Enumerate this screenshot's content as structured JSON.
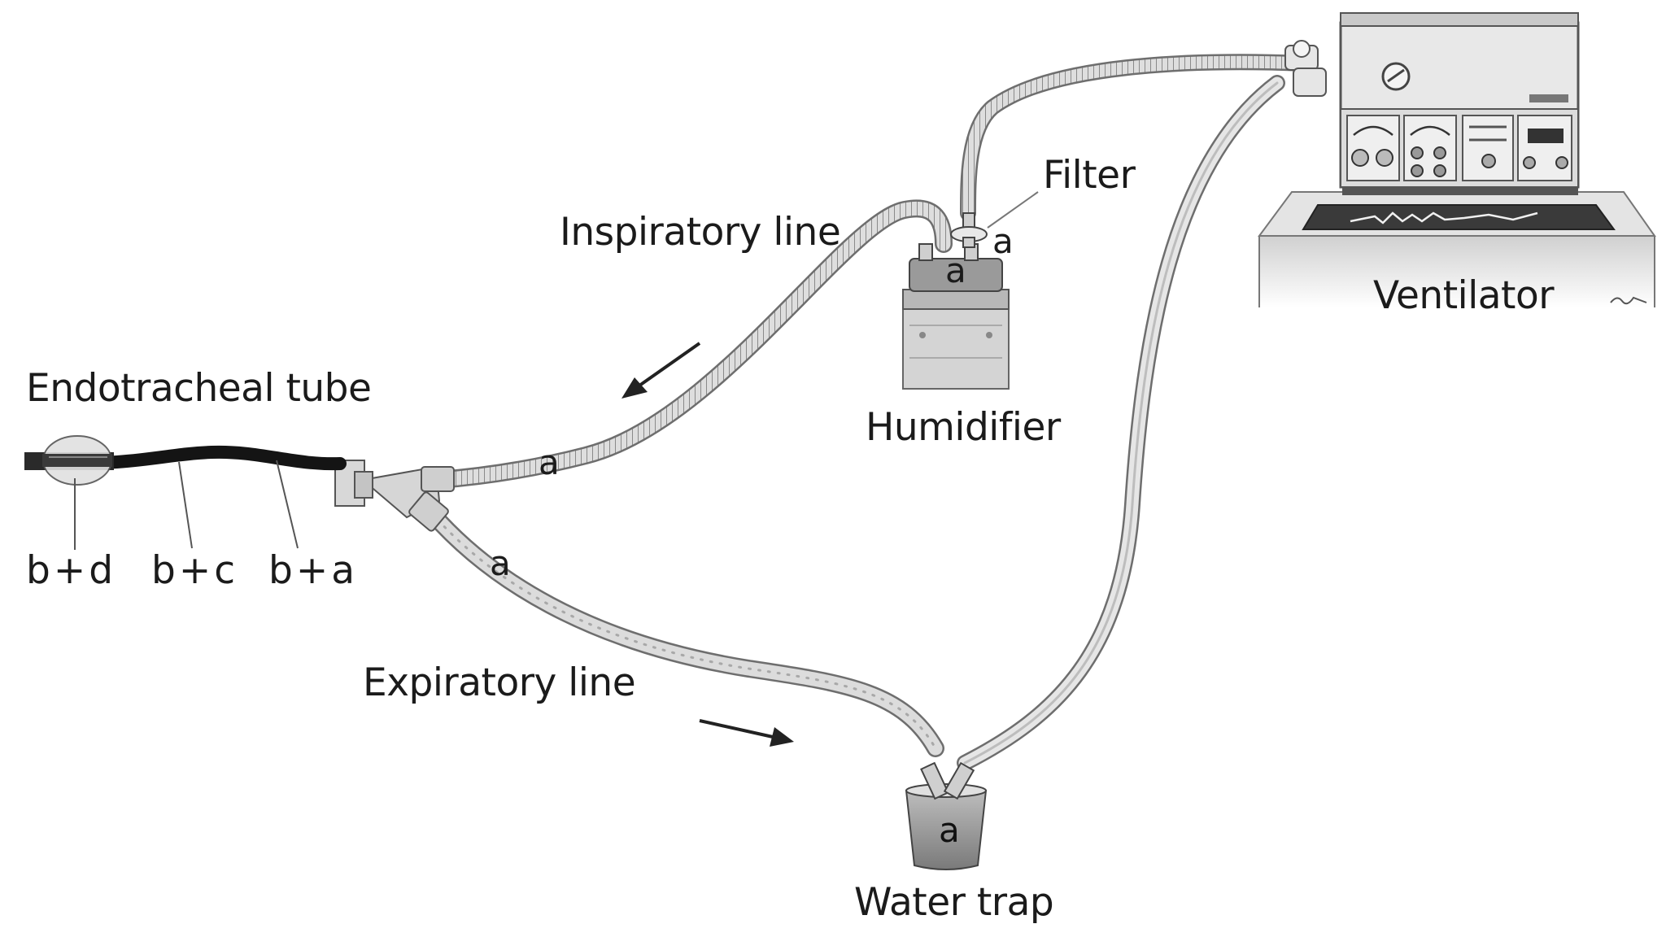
{
  "labels": {
    "filter": "Filter",
    "inspiratory_line": "Inspiratory line",
    "ventilator": "Ventilator",
    "endotracheal_tube": "Endotracheal tube",
    "humidifier": "Humidifier",
    "expiratory_line": "Expiratory line",
    "water_trap": "Water trap"
  },
  "markers": {
    "filter_a": "a",
    "humidifier_a": "a",
    "inspiratory_a": "a",
    "expiratory_a": "a",
    "water_trap_a": "a"
  },
  "tube_parts": {
    "cuff": "b+d",
    "middle": "b+c",
    "end": "b+a"
  },
  "colors": {
    "tube_fill": "#d8d8d8",
    "tube_outline": "#6e6e6e",
    "endotracheal": "#141414",
    "machine_body": "#e6e6e6"
  },
  "icons": [
    "arrow-left-down-icon",
    "arrow-right-down-icon"
  ]
}
